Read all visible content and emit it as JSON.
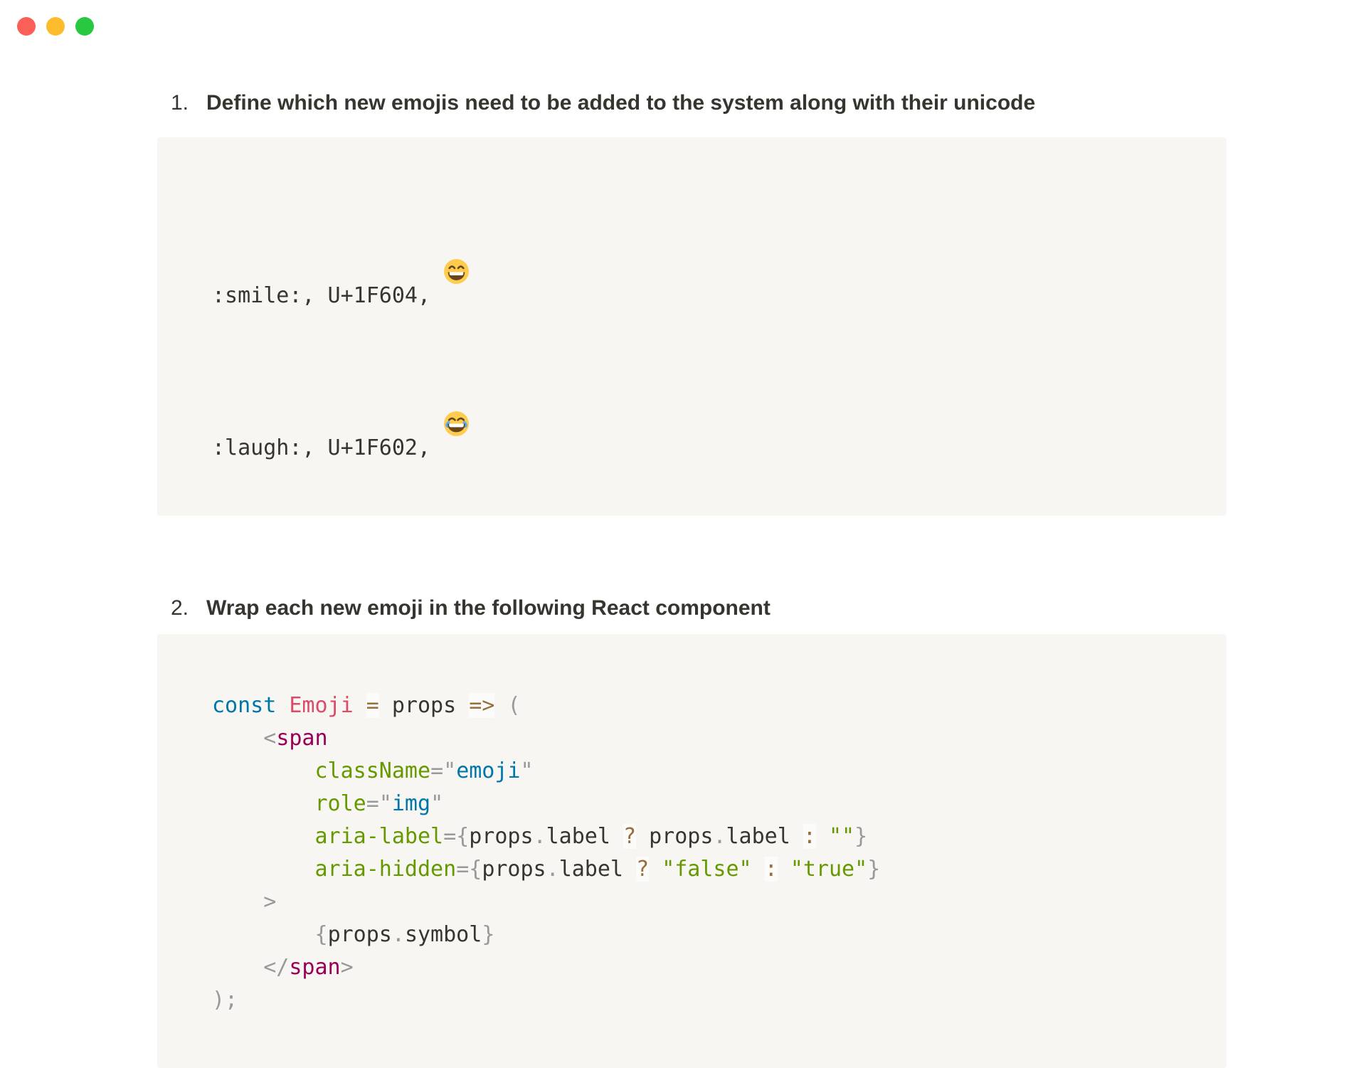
{
  "window": {
    "controls": [
      {
        "name": "close",
        "color": "#fc5f57"
      },
      {
        "name": "minimize",
        "color": "#fdbc2e"
      },
      {
        "name": "zoom",
        "color": "#28c840"
      }
    ]
  },
  "colors": {
    "page_background": "#ffffff",
    "text": "#37352f",
    "code_background": "#f7f6f3",
    "syntax_keyword": "#0077aa",
    "syntax_function": "#dd4a68",
    "syntax_operator": "#9a6e3a",
    "syntax_punctuation": "#999999",
    "syntax_tag": "#990055",
    "syntax_attr_name": "#669900",
    "syntax_string": "#669900",
    "syntax_attr_value": "#0077aa"
  },
  "list": [
    {
      "number": "1.",
      "title": "Define which new emojis need to be added to the system along with their unicode",
      "code": {
        "language": "plain",
        "lines": [
          [
            {
              "t": ":smile:, U+1F604, ",
              "c": "pl"
            },
            {
              "t": "😄",
              "c": "emoji",
              "icon": "smile-open-emoji"
            }
          ],
          [],
          [
            {
              "t": ":laugh:, U+1F602, ",
              "c": "pl"
            },
            {
              "t": "😂",
              "c": "emoji",
              "icon": "laugh-tears-emoji"
            }
          ]
        ]
      }
    },
    {
      "number": "2.",
      "title": "Wrap each new emoji in the following React component",
      "code": {
        "language": "jsx",
        "lines": [
          [
            {
              "t": "const",
              "c": "kw"
            },
            {
              "t": " ",
              "c": "pl"
            },
            {
              "t": "Emoji",
              "c": "fn"
            },
            {
              "t": " ",
              "c": "pl"
            },
            {
              "t": "=",
              "c": "op"
            },
            {
              "t": " props ",
              "c": "pl"
            },
            {
              "t": "=>",
              "c": "op"
            },
            {
              "t": " ",
              "c": "pl"
            },
            {
              "t": "(",
              "c": "pu"
            }
          ],
          [
            {
              "t": "    ",
              "c": "pl"
            },
            {
              "t": "<",
              "c": "pu"
            },
            {
              "t": "span",
              "c": "tag"
            }
          ],
          [
            {
              "t": "        ",
              "c": "pl"
            },
            {
              "t": "className",
              "c": "attr"
            },
            {
              "t": "=",
              "c": "pu"
            },
            {
              "t": "\"",
              "c": "pu"
            },
            {
              "t": "emoji",
              "c": "val"
            },
            {
              "t": "\"",
              "c": "pu"
            }
          ],
          [
            {
              "t": "        ",
              "c": "pl"
            },
            {
              "t": "role",
              "c": "attr"
            },
            {
              "t": "=",
              "c": "pu"
            },
            {
              "t": "\"",
              "c": "pu"
            },
            {
              "t": "img",
              "c": "val"
            },
            {
              "t": "\"",
              "c": "pu"
            }
          ],
          [
            {
              "t": "        ",
              "c": "pl"
            },
            {
              "t": "aria-label",
              "c": "attr"
            },
            {
              "t": "=",
              "c": "pu"
            },
            {
              "t": "{",
              "c": "pu"
            },
            {
              "t": "props",
              "c": "pl"
            },
            {
              "t": ".",
              "c": "pu"
            },
            {
              "t": "label ",
              "c": "pl"
            },
            {
              "t": "?",
              "c": "op"
            },
            {
              "t": " props",
              "c": "pl"
            },
            {
              "t": ".",
              "c": "pu"
            },
            {
              "t": "label ",
              "c": "pl"
            },
            {
              "t": ":",
              "c": "op"
            },
            {
              "t": " ",
              "c": "pl"
            },
            {
              "t": "\"\"",
              "c": "str"
            },
            {
              "t": "}",
              "c": "pu"
            }
          ],
          [
            {
              "t": "        ",
              "c": "pl"
            },
            {
              "t": "aria-hidden",
              "c": "attr"
            },
            {
              "t": "=",
              "c": "pu"
            },
            {
              "t": "{",
              "c": "pu"
            },
            {
              "t": "props",
              "c": "pl"
            },
            {
              "t": ".",
              "c": "pu"
            },
            {
              "t": "label ",
              "c": "pl"
            },
            {
              "t": "?",
              "c": "op"
            },
            {
              "t": " ",
              "c": "pl"
            },
            {
              "t": "\"false\"",
              "c": "str"
            },
            {
              "t": " ",
              "c": "pl"
            },
            {
              "t": ":",
              "c": "op"
            },
            {
              "t": " ",
              "c": "pl"
            },
            {
              "t": "\"true\"",
              "c": "str"
            },
            {
              "t": "}",
              "c": "pu"
            }
          ],
          [
            {
              "t": "    ",
              "c": "pl"
            },
            {
              "t": ">",
              "c": "pu"
            }
          ],
          [
            {
              "t": "        ",
              "c": "pl"
            },
            {
              "t": "{",
              "c": "pu"
            },
            {
              "t": "props",
              "c": "pl"
            },
            {
              "t": ".",
              "c": "pu"
            },
            {
              "t": "symbol",
              "c": "pl"
            },
            {
              "t": "}",
              "c": "pu"
            }
          ],
          [
            {
              "t": "    ",
              "c": "pl"
            },
            {
              "t": "</",
              "c": "pu"
            },
            {
              "t": "span",
              "c": "tag"
            },
            {
              "t": ">",
              "c": "pu"
            }
          ],
          [
            {
              "t": ");",
              "c": "pu"
            }
          ]
        ]
      }
    }
  ]
}
